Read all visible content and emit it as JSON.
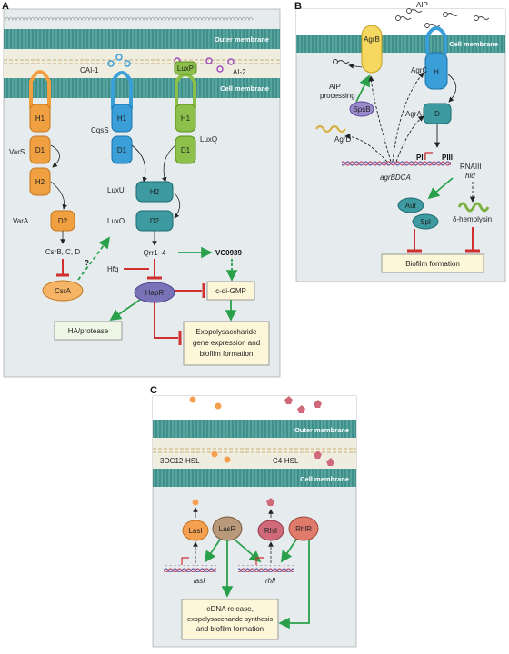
{
  "panels": {
    "A": {
      "letter": "A",
      "outer_membrane": "Outer membrane",
      "cell_membrane": "Cell membrane",
      "autoinducers": {
        "cai1": "CAI-1",
        "ai2": "AI-2"
      },
      "proteins": {
        "vars": "VarS",
        "cqss": "CqsS",
        "luxq": "LuxQ",
        "luxp": "LuxP",
        "luxu": "LuxU",
        "luxo": "LuxO",
        "vara": "VarA",
        "h1": "H1",
        "d1": "D1",
        "h2": "H2",
        "d2": "D2",
        "csra": "CsrA",
        "hapr": "HapR",
        "hfq": "Hfq"
      },
      "labels": {
        "csrbcd": "CsrB, C, D",
        "qrr": "Qrr1–4",
        "vc0939": "VC0939",
        "question": "?",
        "cdigmp": "c-di-GMP",
        "haprotease": "HA/protease",
        "exo_line1": "Exopolysaccharide",
        "exo_line2": "gene expression and",
        "exo_line3": "biofilm formation"
      }
    },
    "B": {
      "letter": "B",
      "cell_membrane": "Cell membrane",
      "aip": "AIP",
      "proteins": {
        "agrb": "AgrB",
        "agrc": "AgrC",
        "agra": "AgrA",
        "agrd": "AgrD",
        "spsb": "SpsB",
        "h": "H",
        "d": "D",
        "aur": "Aur",
        "spl": "Spl"
      },
      "labels": {
        "aip_proc1": "AIP",
        "aip_proc2": "processing",
        "pii": "PII",
        "piii": "PIII",
        "agrbdca": "agrBDCA",
        "rnaiii": "RNAIII",
        "hld": "hld",
        "delta": "δ-hemolysin",
        "biofilm": "Biofilm formation"
      }
    },
    "C": {
      "letter": "C",
      "outer_membrane": "Outer membrane",
      "cell_membrane": "Cell membrane",
      "hsl1": "3OC12-HSL",
      "hsl2": "C4-HSL",
      "proteins": {
        "lasi": "LasI",
        "lasr": "LasR",
        "rhli": "RhlI",
        "rhlr": "RhlR"
      },
      "genes": {
        "lasi": "lasI",
        "rhli": "rhlI"
      },
      "labels": {
        "out1": "eDNA release,",
        "out2": "exopolysaccharide synthesis",
        "out3": "and biofilm formation"
      }
    }
  },
  "colors": {
    "membrane": "#3f8f8a",
    "panel_bg": "#e6ecee",
    "periplasm": "#efece0",
    "orange": "#f0a040",
    "blue": "#3a9fd8",
    "green": "#8cc04a",
    "teal": "#3d9aa0",
    "activation": "#2aa04a",
    "inhibition": "#d03030",
    "purple": "#7a72b8",
    "box": "#fdf6d8"
  }
}
